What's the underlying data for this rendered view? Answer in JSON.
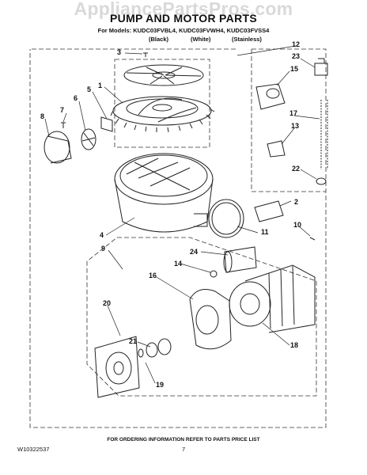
{
  "watermark": "AppliancePartsPros.com",
  "title": "PUMP AND MOTOR PARTS",
  "models": "For Models: KUDC03FVBL4, KUDC03FVWH4, KUDC03FVSS4",
  "finishes": [
    "(Black)",
    "(White)",
    "(Stainless)"
  ],
  "callouts": [
    "3",
    "1",
    "5",
    "7",
    "6",
    "8",
    "4",
    "9",
    "12",
    "23",
    "15",
    "17",
    "13",
    "22",
    "2",
    "10",
    "11",
    "24",
    "14",
    "16",
    "18",
    "20",
    "21",
    "19"
  ],
  "footer": "FOR ORDERING INFORMATION REFER TO PARTS PRICE LIST",
  "doc_number": "W10322537",
  "page_number": "7"
}
